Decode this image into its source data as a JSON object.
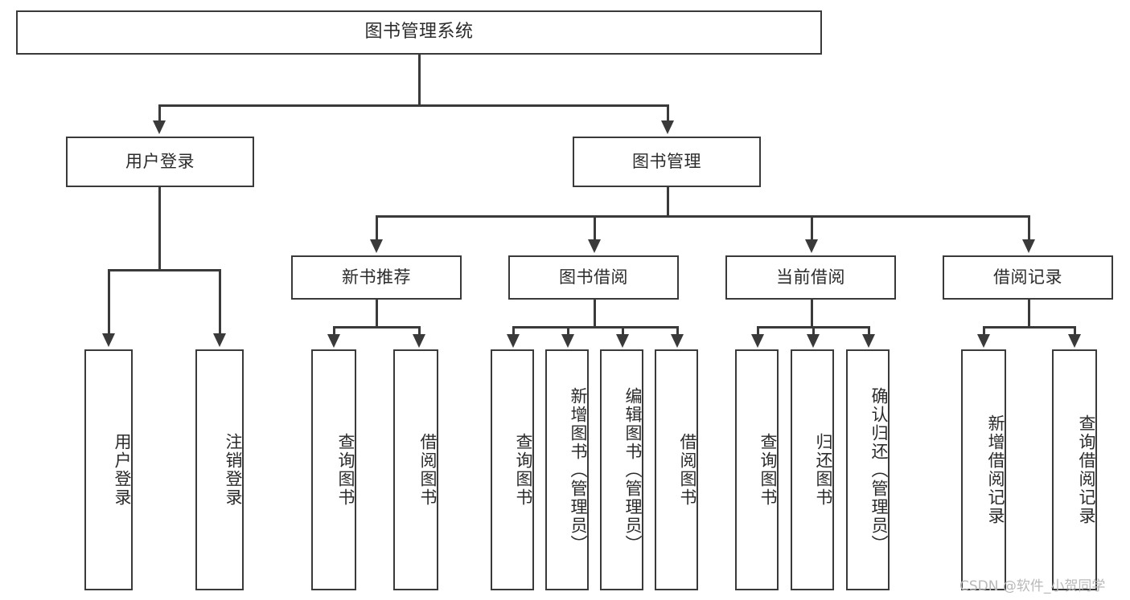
{
  "diagram": {
    "title": "图书管理系统",
    "watermark": "CSDN @软件_小贺同学",
    "colors": {
      "stroke": "#3a3a3a",
      "background": "#ffffff",
      "text": "#2b2b2b",
      "watermark": "#b9b9b9"
    },
    "levels": {
      "root": {
        "label": "图书管理系统"
      },
      "level2": [
        {
          "label": "用户登录"
        },
        {
          "label": "图书管理"
        }
      ],
      "level3": [
        {
          "label": "新书推荐"
        },
        {
          "label": "图书借阅"
        },
        {
          "label": "当前借阅"
        },
        {
          "label": "借阅记录"
        }
      ],
      "leaves": {
        "user_login": [
          {
            "label": "用户登录"
          },
          {
            "label": "注销登录"
          }
        ],
        "new_book": [
          {
            "label": "查询图书"
          },
          {
            "label": "借阅图书"
          }
        ],
        "book_borrow": [
          {
            "label": "查询图书"
          },
          {
            "label": "新增图书（管理员）"
          },
          {
            "label": "编辑图书（管理员）"
          },
          {
            "label": "借阅图书"
          }
        ],
        "current_borrow": [
          {
            "label": "查询图书"
          },
          {
            "label": "归还图书"
          },
          {
            "label": "确认归还（管理员）"
          }
        ],
        "borrow_record": [
          {
            "label": "新增借阅记录"
          },
          {
            "label": "查询借阅记录"
          }
        ]
      }
    }
  }
}
